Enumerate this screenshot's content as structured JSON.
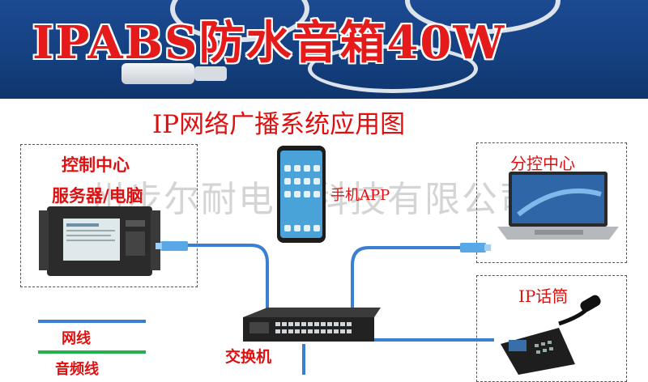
{
  "banner": {
    "title": "IPABS防水音箱40W"
  },
  "diagram": {
    "title": "IP网络广播系统应用图",
    "control_center": {
      "line1": "控制中心",
      "line2": "服务器/电脑"
    },
    "mobile_app": {
      "label": "手机APP"
    },
    "branch_control": {
      "label": "分控中心"
    },
    "ip_mic": {
      "label": "IP话筒"
    },
    "switch": {
      "label": "交换机"
    },
    "legend": [
      {
        "label": "网线",
        "color": "#3a7fd0"
      },
      {
        "label": "音频线",
        "color": "#22b14c"
      }
    ],
    "watermark": "州步尔耐电子科技有限公司"
  },
  "colors": {
    "banner_bg": "#14407f",
    "title_red": "#e01010",
    "network_cable": "#3a7fd0",
    "audio_cable": "#22b14c"
  }
}
